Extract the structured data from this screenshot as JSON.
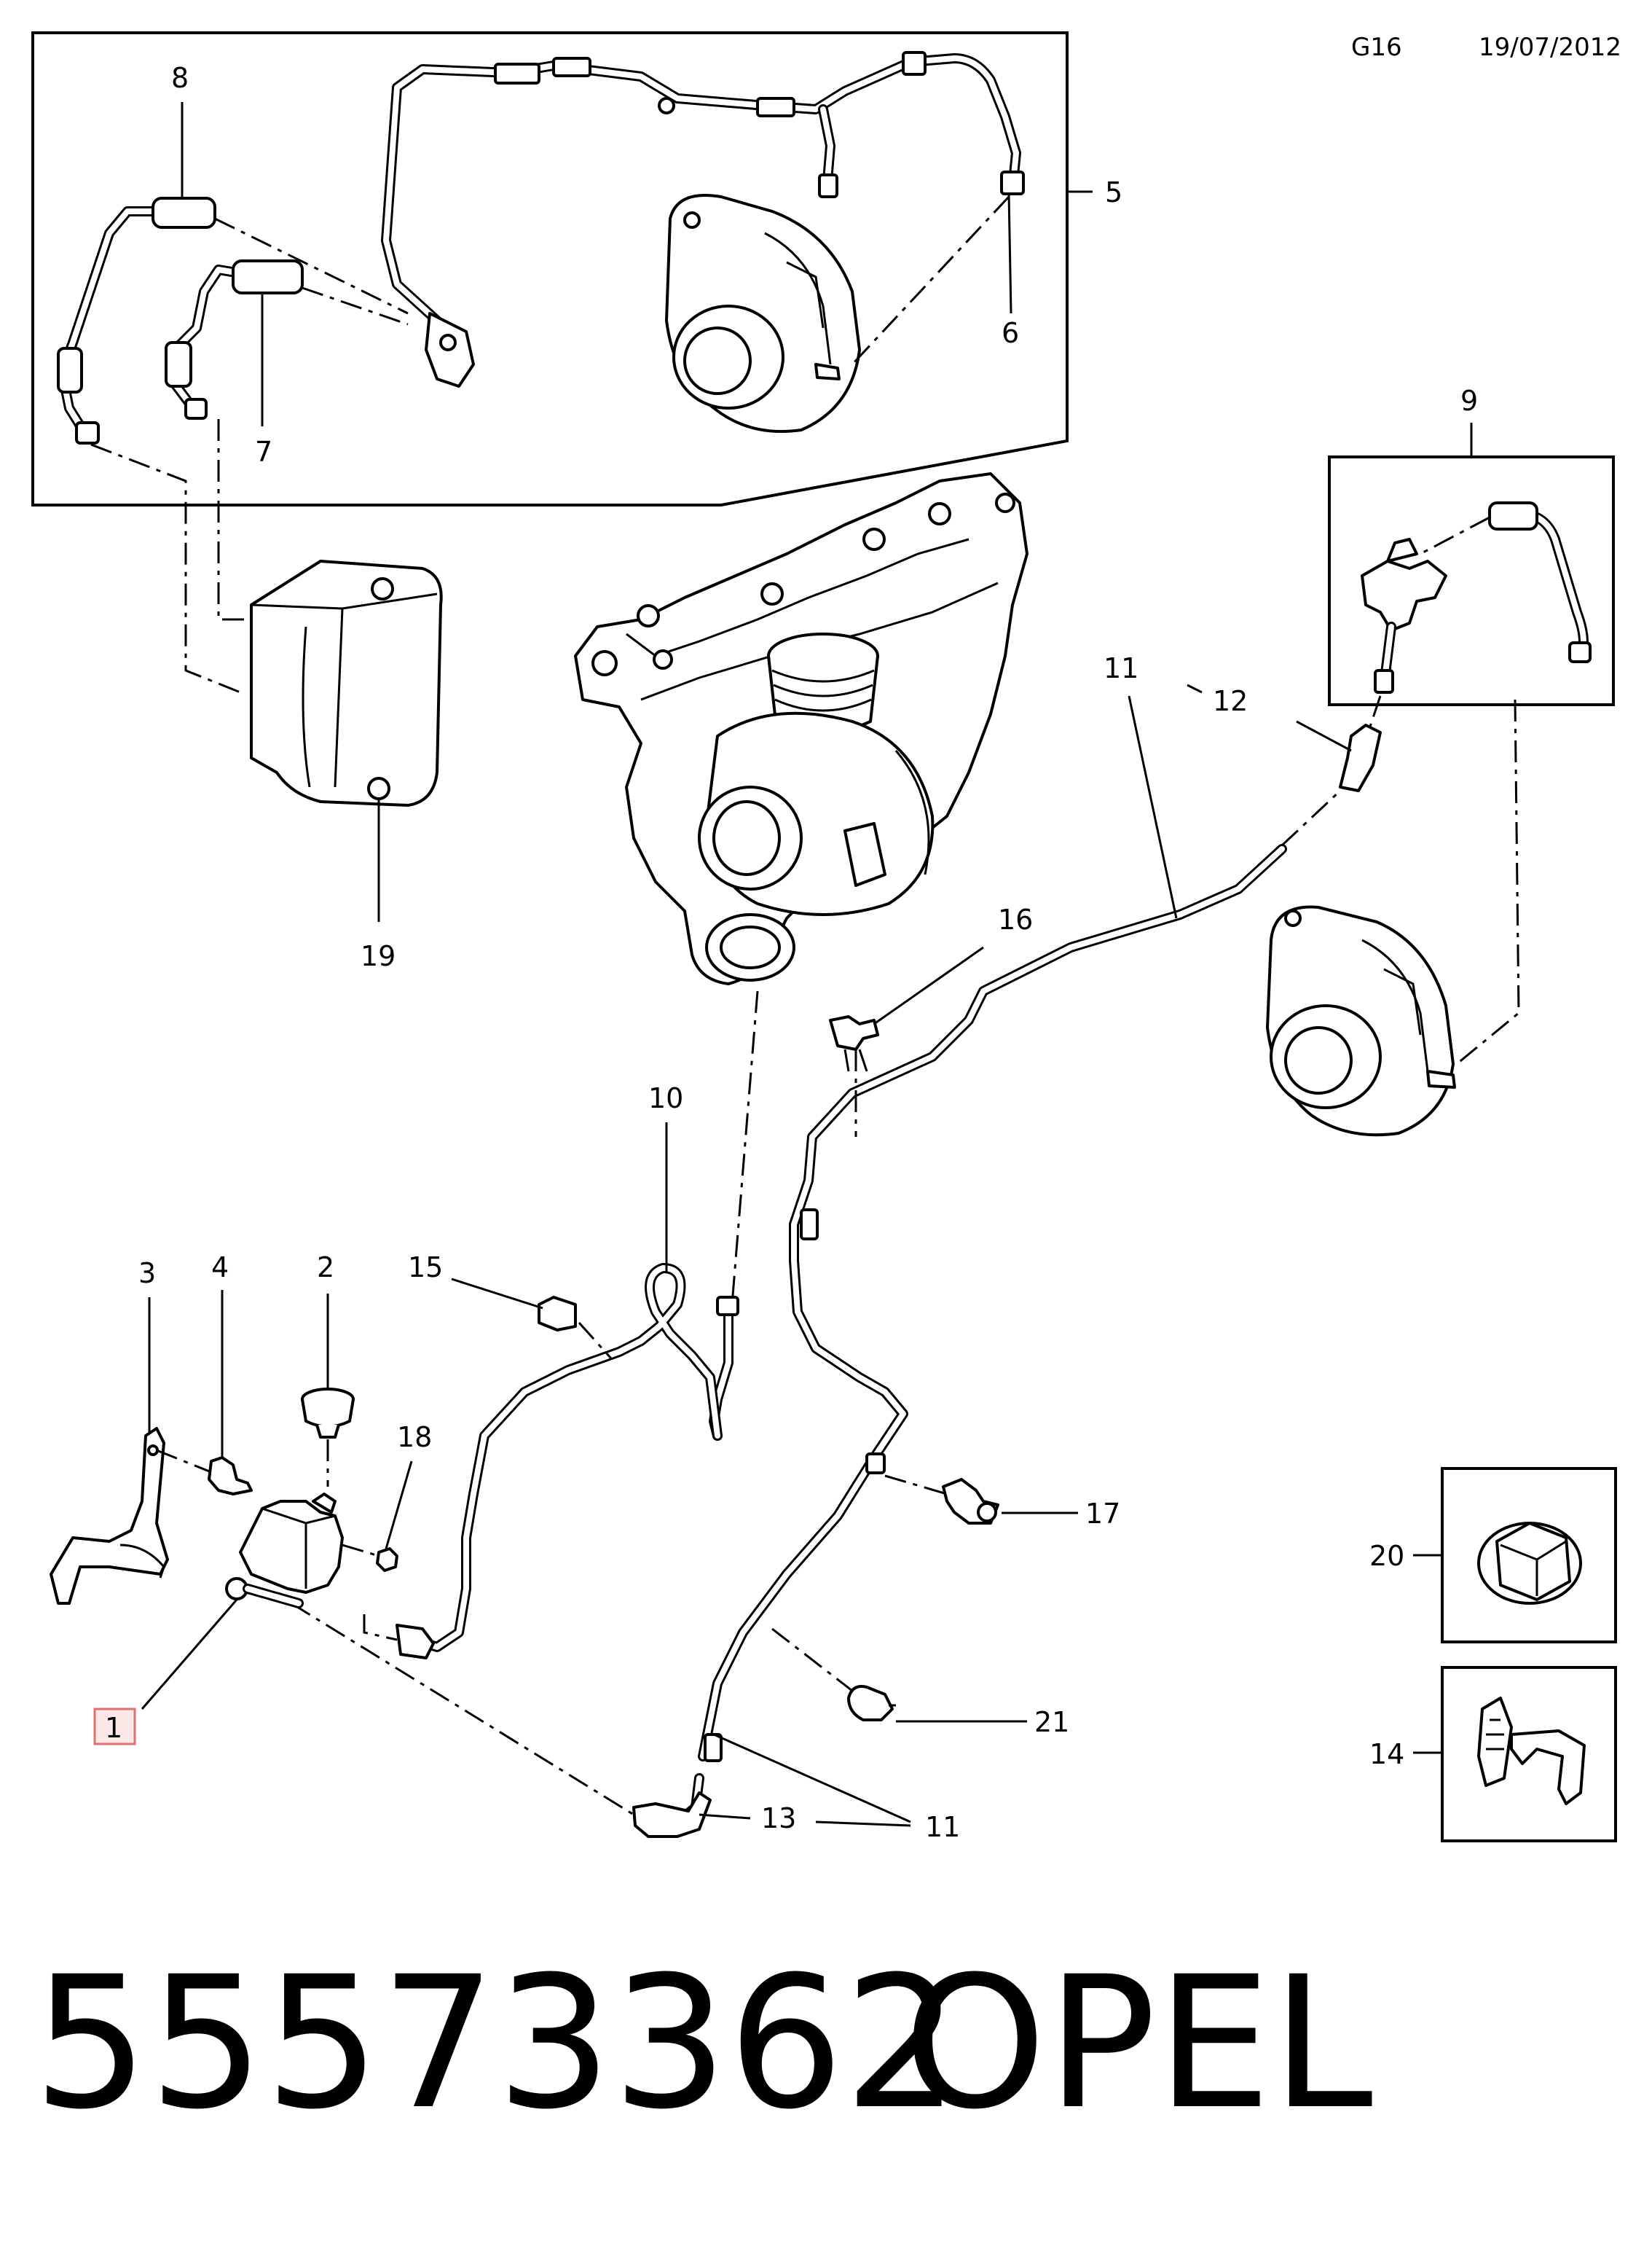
{
  "header": {
    "code": "G16",
    "date": "19/07/2012"
  },
  "callouts": {
    "c1": "1",
    "c2": "2",
    "c3": "3",
    "c4": "4",
    "c5": "5",
    "c6": "6",
    "c7": "7",
    "c8": "8",
    "c9": "9",
    "c10": "10",
    "c11a": "11",
    "c11b": "11",
    "c12": "12",
    "c13": "13",
    "c14": "14",
    "c15": "15",
    "c16": "16",
    "c17": "17",
    "c18": "18",
    "c19": "19",
    "c20": "20",
    "c21": "21"
  },
  "footer": {
    "part_number": "55573362",
    "brand": "OPEL"
  },
  "colors": {
    "line": "#000000",
    "background": "#ffffff",
    "highlight_box": "#e07070"
  }
}
